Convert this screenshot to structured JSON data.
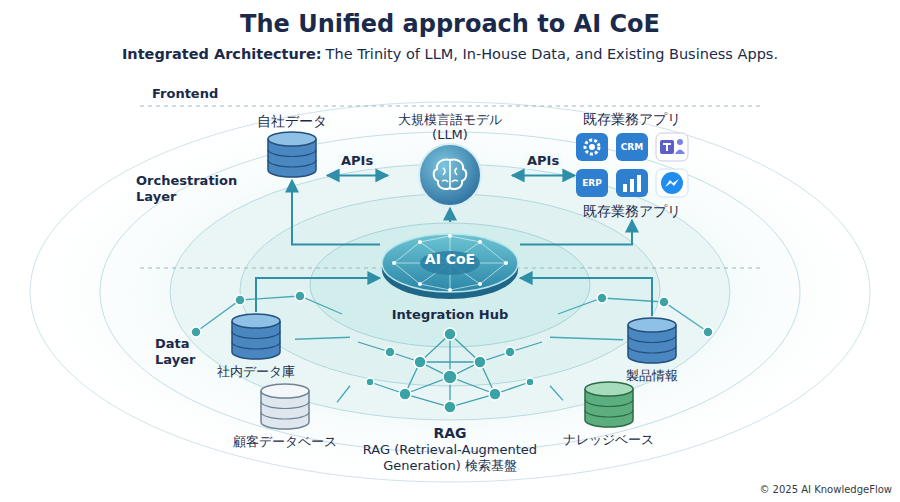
{
  "diagram": {
    "title": "The Unified approach to AI CoE",
    "nodes": [
      {
        "text": [
          "自社データ"
        ]
      },
      {
        "text": [
          "大規模言語モデル (LLM)"
        ]
      },
      {
        "text": [
          "既存業務アプリ",
          "既存業務アプリ"
        ]
      },
      {
        "text": [
          "AI CoE",
          "Integration Hub"
        ]
      },
      {
        "text": [
          "社内データ庫"
        ]
      },
      {
        "text": [
          "顧客データベース"
        ]
      },
      {
        "text": [
          "製品情報"
        ]
      },
      {
        "text": [
          "ナレッジベース"
        ]
      },
      {
        "text": [
          "RAG",
          "RAG (Retrieval-Augmented Generation) 検索基盤"
        ]
      }
    ],
    "edges": [
      {
        "from": 0,
        "to": 1,
        "label": "APIs",
        "arrow": "both"
      },
      {
        "from": 1,
        "to": 2,
        "label": "APIs",
        "arrow": "both"
      },
      {
        "from": 3,
        "to": 1,
        "arrow": "to"
      },
      {
        "from": 3,
        "to": 0,
        "arrow": "to"
      },
      {
        "from": 3,
        "to": 2,
        "arrow": "to"
      },
      {
        "from": 4,
        "to": 3,
        "arrow": "to"
      },
      {
        "from": 6,
        "to": 3,
        "arrow": "to"
      },
      {
        "from": 8,
        "to": 4,
        "arrow": "none"
      },
      {
        "from": 8,
        "to": 5,
        "arrow": "none"
      },
      {
        "from": 8,
        "to": 6,
        "arrow": "none"
      },
      {
        "from": 8,
        "to": 7,
        "arrow": "none"
      }
    ],
    "labels": [
      "Integrated Architecture:",
      "The Trinity of LLM, In-House Data, and Existing Business Apps.",
      "Frontend",
      "Orchestration Layer",
      "Data Layer",
      "CRM",
      "ERP",
      "© 2025 AI KnowledgeFlow"
    ]
  }
}
